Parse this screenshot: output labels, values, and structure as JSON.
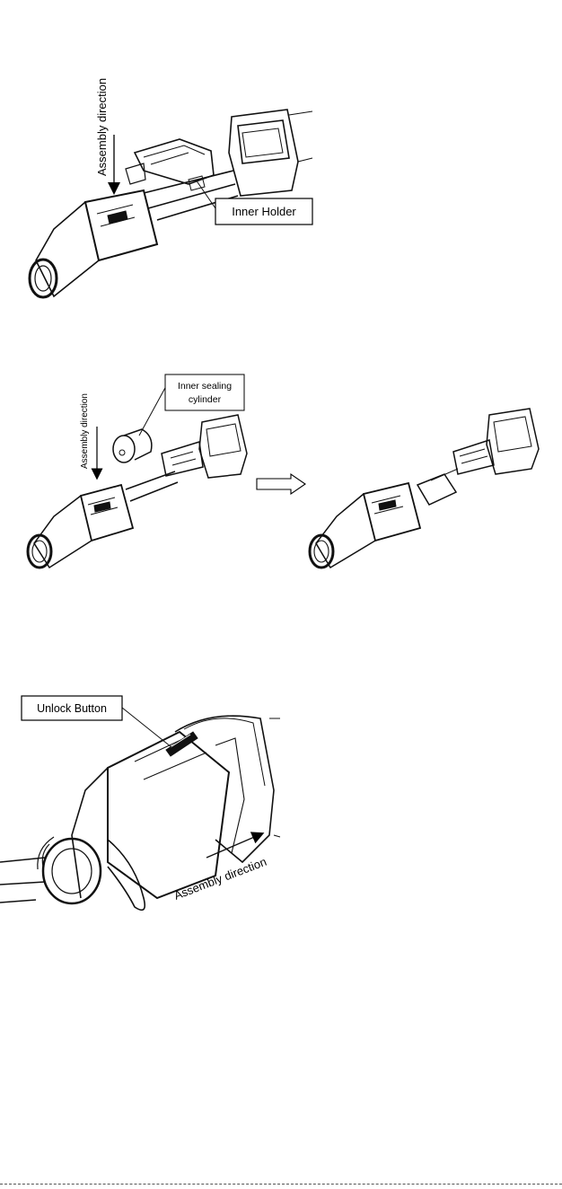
{
  "figure1": {
    "direction_label": "Assembly direction",
    "callout_label": "Inner Holder"
  },
  "figure2": {
    "direction_label": "Assembly direction",
    "callout_line1": "Inner sealing",
    "callout_line2": "cylinder"
  },
  "figure3": {
    "callout_label": "Unlock Button",
    "direction_label": "Assembly direction"
  }
}
